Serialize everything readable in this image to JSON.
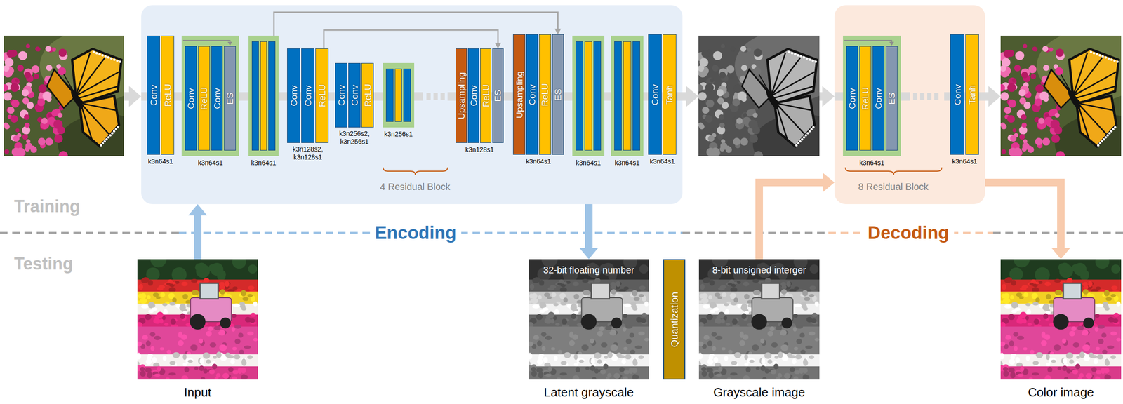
{
  "diagram": {
    "nodes": [
      {
        "text": [
          "4 Residual Block"
        ]
      },
      {
        "text": [
          "k3n64s1"
        ],
        "in": 0
      },
      {
        "text": [
          "Conv"
        ],
        "in": 1
      },
      {
        "text": [
          "ReLU"
        ],
        "in": 1
      },
      {
        "text": [
          "k3n64s1"
        ],
        "in": 0
      },
      {
        "text": [
          "Conv"
        ],
        "in": 4
      },
      {
        "text": [
          "ReLU"
        ],
        "in": 4
      },
      {
        "text": [
          "Conv"
        ],
        "in": 4
      },
      {
        "text": [
          "ES"
        ],
        "in": 4
      },
      {
        "text": [
          "k3n64s1"
        ],
        "in": 0
      },
      {
        "text": [
          "k3n128s2, k3n128s1"
        ],
        "in": 0
      },
      {
        "text": [
          "Conv"
        ],
        "in": 10
      },
      {
        "text": [
          "Conv"
        ],
        "in": 10
      },
      {
        "text": [
          "ReLU"
        ],
        "in": 10
      },
      {
        "text": [
          "k3n256s2, k3n256s1"
        ],
        "in": 0
      },
      {
        "text": [
          "Conv"
        ],
        "in": 14
      },
      {
        "text": [
          "Conv"
        ],
        "in": 14
      },
      {
        "text": [
          "ReLU"
        ],
        "in": 14
      },
      {
        "text": [
          "k3n256s1"
        ],
        "in": 0
      },
      {
        "text": [
          "k3n128s1"
        ],
        "in": 0
      },
      {
        "text": [
          "Upsampling"
        ],
        "in": 19
      },
      {
        "text": [
          "Conv"
        ],
        "in": 19
      },
      {
        "text": [
          "ReLU"
        ],
        "in": 19
      },
      {
        "text": [
          "ES"
        ],
        "in": 19
      },
      {
        "text": [
          "k3n64s1"
        ],
        "in": 0
      },
      {
        "text": [
          "Upsampling"
        ],
        "in": 24
      },
      {
        "text": [
          "Conv"
        ],
        "in": 24
      },
      {
        "text": [
          "ReLU"
        ],
        "in": 24
      },
      {
        "text": [
          "ES"
        ],
        "in": 24
      },
      {
        "text": [
          "k3n64s1"
        ],
        "in": 0
      },
      {
        "text": [
          "k3n64s1"
        ],
        "in": 0
      },
      {
        "text": [
          "k3n64s1"
        ],
        "in": 0
      },
      {
        "text": [
          "Conv"
        ],
        "in": 31
      },
      {
        "text": [
          "Tanh"
        ],
        "in": 31
      },
      {
        "text": [
          "8 Residual Block"
        ]
      },
      {
        "text": [
          "k3n64s1"
        ],
        "in": 34
      },
      {
        "text": [
          "Conv"
        ],
        "in": 35
      },
      {
        "text": [
          "ReLU"
        ],
        "in": 35
      },
      {
        "text": [
          "Conv"
        ],
        "in": 35
      },
      {
        "text": [
          "ES"
        ],
        "in": 35
      },
      {
        "text": [
          "k3n64s1"
        ],
        "in": 34
      },
      {
        "text": [
          "Conv"
        ],
        "in": 40
      },
      {
        "text": [
          "Tanh"
        ],
        "in": 40
      },
      {
        "text": [
          "Input"
        ]
      },
      {
        "text": [
          "32-bit floating number",
          "Latent grayscale"
        ]
      },
      {
        "text": [
          "Quantization"
        ]
      },
      {
        "text": [
          "8-bit unsigned interger",
          "Grayscale image"
        ]
      },
      {
        "text": [
          "Color image"
        ]
      }
    ],
    "edges": [
      {
        "from": 9,
        "to": 28,
        "arrow": "to"
      },
      {
        "from": 10,
        "to": 23,
        "arrow": "to"
      },
      {
        "from": 43,
        "to": 0,
        "arrow": "to"
      },
      {
        "from": 0,
        "to": 44,
        "arrow": "to"
      },
      {
        "from": 46,
        "to": 34,
        "arrow": "to"
      },
      {
        "from": 34,
        "to": 47,
        "arrow": "to"
      }
    ],
    "labels": [
      "Training",
      "Testing",
      "Encoding",
      "Decoding"
    ]
  }
}
